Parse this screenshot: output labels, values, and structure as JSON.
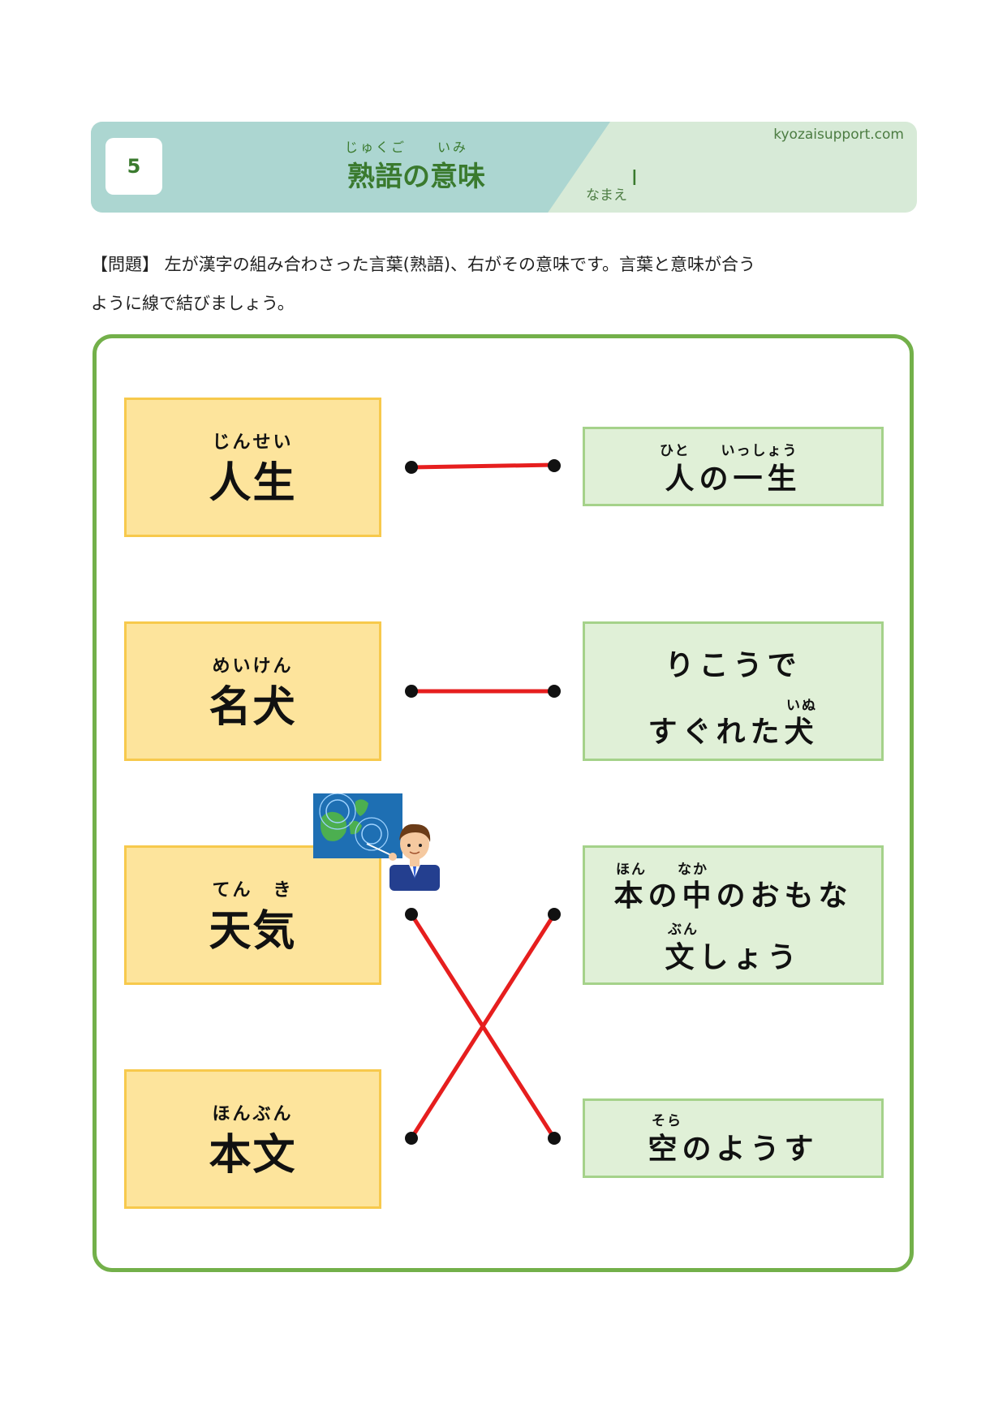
{
  "header": {
    "number": "5",
    "title_ruby": "じゅくご　　いみ",
    "title": "熟語の意味",
    "level": "Ⅰ",
    "site": "kyozaisupport.com",
    "name_label": "なまえ"
  },
  "instructions": {
    "line1": "【問題】 左が漢字の組み合わさった言葉(熟語)、右がその意味です。言葉と意味が合う",
    "line2": "ように線で結びましょう。"
  },
  "words": [
    {
      "ruby": "じんせい",
      "text": "人生"
    },
    {
      "ruby": "めいけん",
      "text": "名犬"
    },
    {
      "ruby": "てん　き",
      "text": "天気"
    },
    {
      "ruby": "ほんぶん",
      "text": "本文"
    }
  ],
  "meanings": [
    {
      "ruby": "ひと　　いっしょう",
      "lines": [
        "人の一生"
      ]
    },
    {
      "ruby": "いぬ",
      "lines": [
        "りこうで",
        "すぐれた犬"
      ]
    },
    {
      "ruby": "ほん　　なか",
      "ruby2": "ぶん",
      "lines": [
        "本の中のおもな",
        "文しょう"
      ]
    },
    {
      "ruby": "そら",
      "lines": [
        "空のようす"
      ]
    }
  ],
  "colors": {
    "line": "#e61e1e",
    "word_bg": "#fde49c",
    "meaning_bg": "#e0f0d7",
    "frame": "#73b04a",
    "title": "#3a7a2e"
  },
  "icons": {
    "illustration": "weather-forecaster-icon"
  }
}
